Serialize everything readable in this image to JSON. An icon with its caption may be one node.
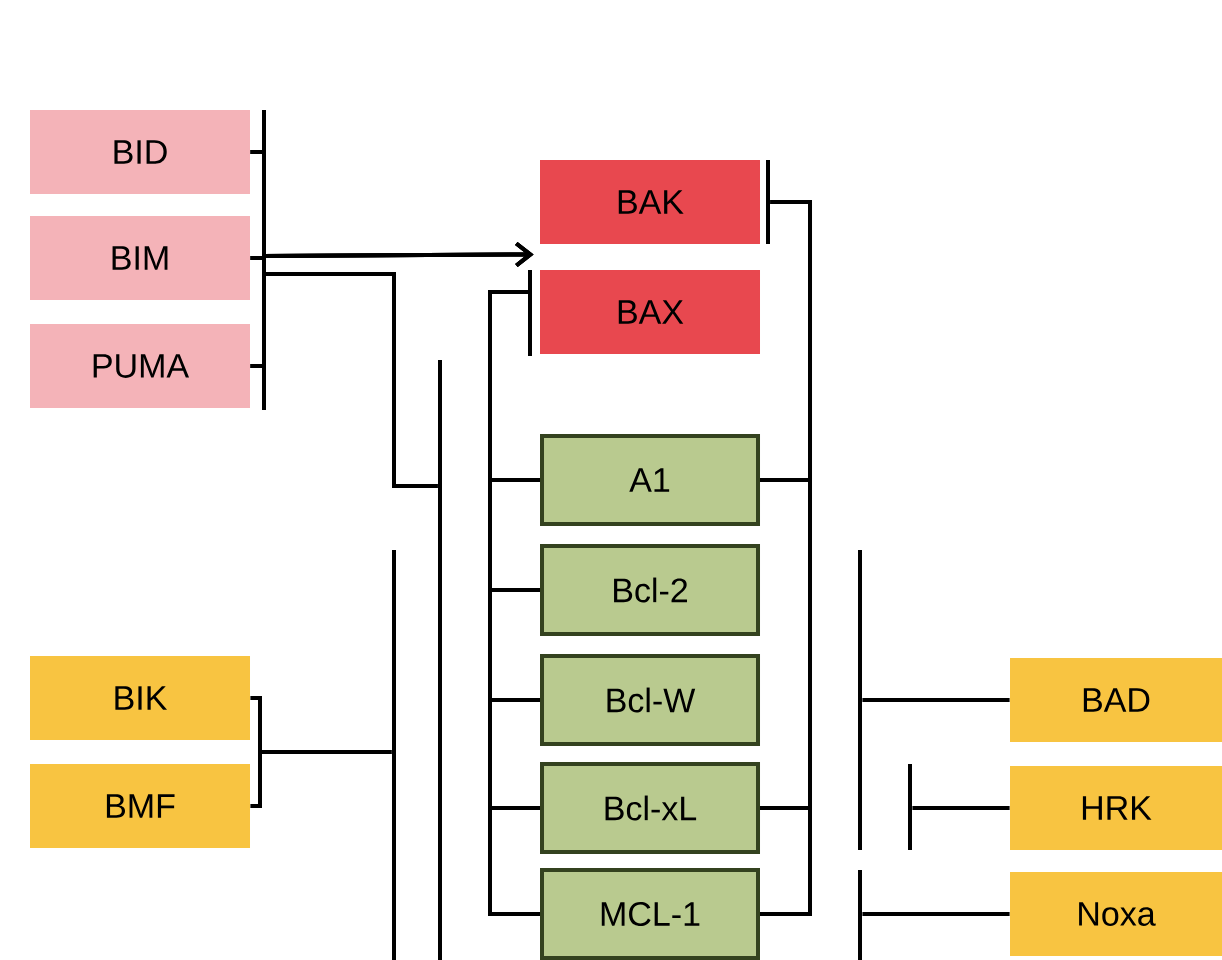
{
  "diagram": {
    "nodes": [
      {
        "text": [
          "BID"
        ]
      },
      {
        "text": [
          "BIM"
        ]
      },
      {
        "text": [
          "PUMA"
        ]
      },
      {
        "text": [
          "BAK"
        ]
      },
      {
        "text": [
          "BAX"
        ]
      },
      {
        "text": [
          "A1"
        ]
      },
      {
        "text": [
          "Bcl-2"
        ]
      },
      {
        "text": [
          "Bcl-W"
        ]
      },
      {
        "text": [
          "Bcl-xL"
        ]
      },
      {
        "text": [
          "MCL-1"
        ]
      },
      {
        "text": [
          "BIK"
        ]
      },
      {
        "text": [
          "BMF"
        ]
      },
      {
        "text": [
          "BAD"
        ]
      },
      {
        "text": [
          "HRK"
        ]
      },
      {
        "text": [
          "Noxa"
        ]
      },
      {
        "text": [],
        "shape": "bar"
      },
      {
        "text": [],
        "shape": "bar"
      },
      {
        "text": [],
        "shape": "bar"
      },
      {
        "text": [],
        "shape": "bar"
      },
      {
        "text": [],
        "shape": "bar"
      },
      {
        "text": [],
        "shape": "bar"
      },
      {
        "text": [],
        "shape": "bar"
      }
    ],
    "edges": [
      {
        "from": 0,
        "to": 3,
        "arrow": "to"
      },
      {
        "from": 1,
        "to": 3,
        "arrow": "to"
      },
      {
        "from": 2,
        "to": 3,
        "arrow": "to"
      },
      {
        "from": 0,
        "to": 16,
        "arrow": "none"
      },
      {
        "from": 1,
        "to": 16,
        "arrow": "none"
      },
      {
        "from": 2,
        "to": 16,
        "arrow": "none"
      },
      {
        "from": 10,
        "to": 15,
        "arrow": "none"
      },
      {
        "from": 11,
        "to": 15,
        "arrow": "none"
      },
      {
        "from": 5,
        "to": 20,
        "arrow": "none"
      },
      {
        "from": 6,
        "to": 20,
        "arrow": "none"
      },
      {
        "from": 7,
        "to": 20,
        "arrow": "none"
      },
      {
        "from": 8,
        "to": 20,
        "arrow": "none"
      },
      {
        "from": 9,
        "to": 20,
        "arrow": "none"
      },
      {
        "from": 5,
        "to": 21,
        "arrow": "none"
      },
      {
        "from": 8,
        "to": 21,
        "arrow": "none"
      },
      {
        "from": 9,
        "to": 21,
        "arrow": "none"
      },
      {
        "from": 12,
        "to": 17,
        "arrow": "none"
      },
      {
        "from": 13,
        "to": 18,
        "arrow": "none"
      },
      {
        "from": 14,
        "to": 19,
        "arrow": "none"
      }
    ]
  }
}
